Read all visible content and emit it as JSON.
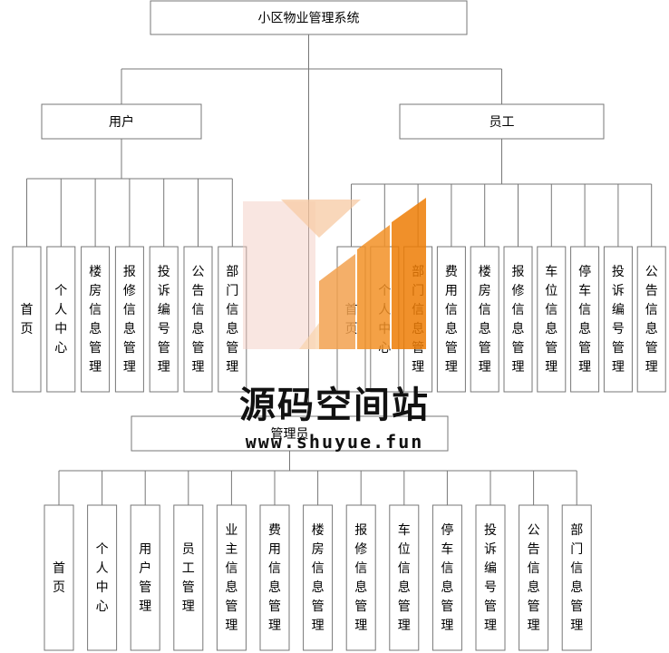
{
  "root": {
    "label": "小区物业管理系统"
  },
  "branches": [
    {
      "label": "用户",
      "items": [
        "首页",
        "个人中心",
        "楼房信息管理",
        "报修信息管理",
        "投诉编号管理",
        "公告信息管理",
        "部门信息管理"
      ]
    },
    {
      "label": "员工",
      "items": [
        "首页",
        "个人中心",
        "部门信息管理",
        "费用信息管理",
        "楼房信息管理",
        "报修信息管理",
        "车位信息管理",
        "停车信息管理",
        "投诉编号管理",
        "公告信息管理"
      ]
    },
    {
      "label": "管理员",
      "items": [
        "首页",
        "个人中心",
        "用户管理",
        "员工管理",
        "业主信息管理",
        "费用信息管理",
        "楼房信息管理",
        "报修信息管理",
        "车位信息管理",
        "停车信息管理",
        "投诉编号管理",
        "公告信息管理",
        "部门信息管理"
      ]
    }
  ],
  "watermark": {
    "title": "源码空间站",
    "url": "www.shuyue.fun"
  }
}
